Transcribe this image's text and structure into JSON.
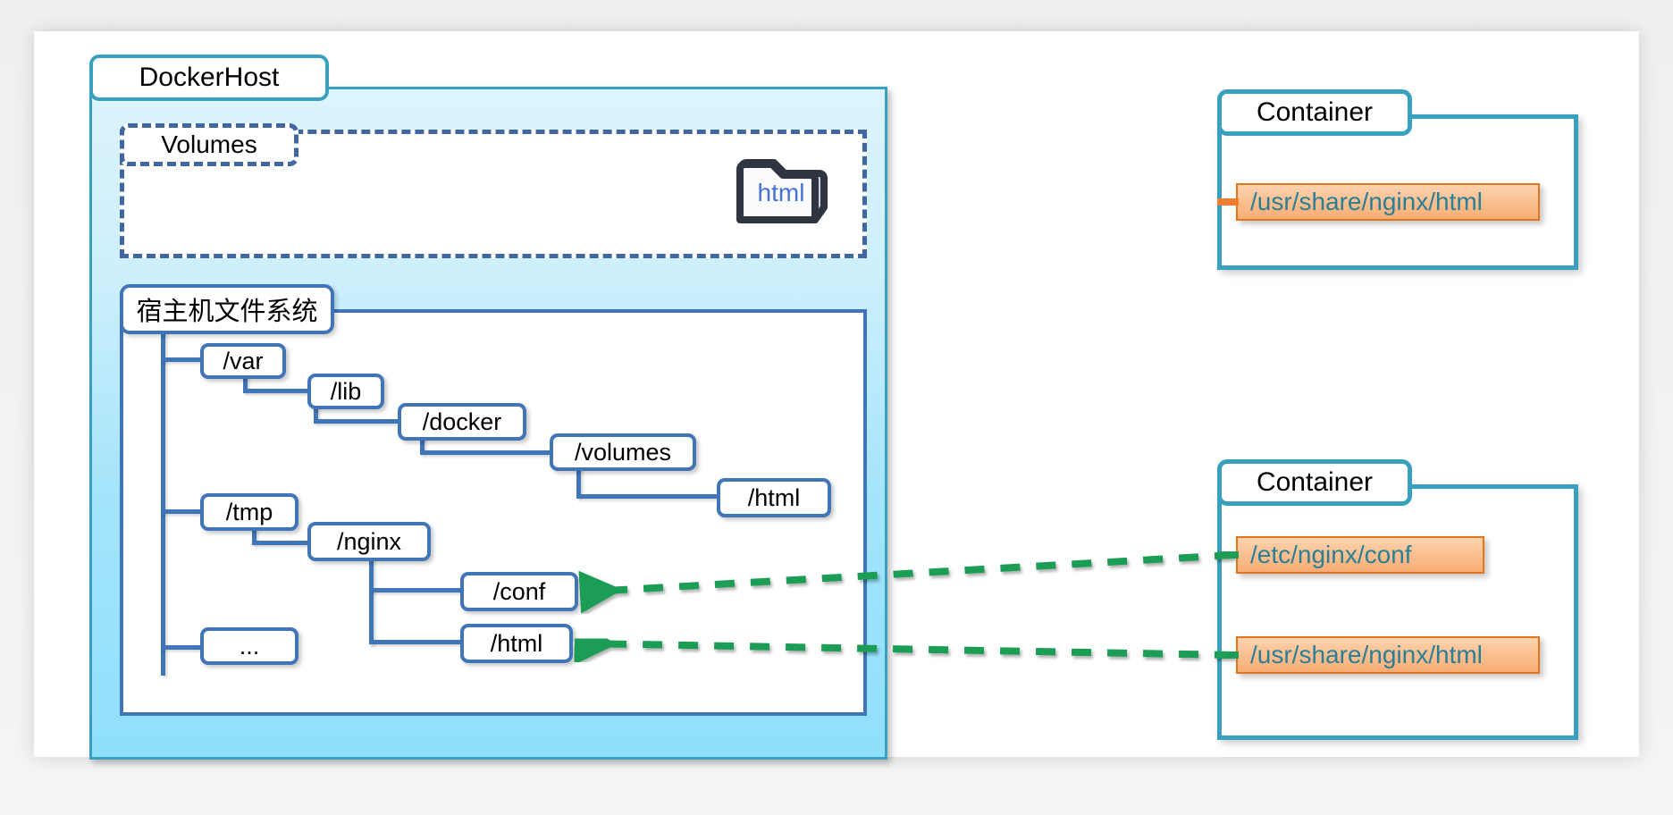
{
  "diagram": {
    "title_host": "DockerHost",
    "volumes_label": "Volumes",
    "filesystem_label": "宿主机文件系统",
    "volume_folder_name": "html",
    "colors": {
      "host_border": "#3aa0c0",
      "host_fill_top": "#dcf4fd",
      "host_fill_bottom": "#8fe0fc",
      "volumes_dash": "#40679f",
      "tree_border": "#4076b8",
      "container_border": "#3aa0c0",
      "chip_fill": "#f9ad73",
      "chip_border": "#e2761e",
      "chip_text": "#2a7f96",
      "arrow_orange": "#ed7d31",
      "arrow_green": "#1f9d55",
      "folder_text": "#4472d8",
      "card_bg": "#ffffff",
      "page_bg": "#f0f0f0"
    }
  },
  "tree": {
    "nodes": [
      {
        "id": "var",
        "label": "/var"
      },
      {
        "id": "lib",
        "label": "/lib"
      },
      {
        "id": "docker",
        "label": "/docker"
      },
      {
        "id": "volumes",
        "label": "/volumes"
      },
      {
        "id": "html1",
        "label": "/html"
      },
      {
        "id": "tmp",
        "label": "/tmp"
      },
      {
        "id": "nginx",
        "label": "/nginx"
      },
      {
        "id": "conf",
        "label": "/conf"
      },
      {
        "id": "html2",
        "label": "/html"
      },
      {
        "id": "ellipsis",
        "label": "..."
      }
    ]
  },
  "containers": [
    {
      "id": "container-top",
      "label": "Container",
      "paths": [
        "/usr/share/nginx/html"
      ]
    },
    {
      "id": "container-bottom",
      "label": "Container",
      "paths": [
        "/etc/nginx/conf",
        "/usr/share/nginx/html"
      ]
    }
  ]
}
